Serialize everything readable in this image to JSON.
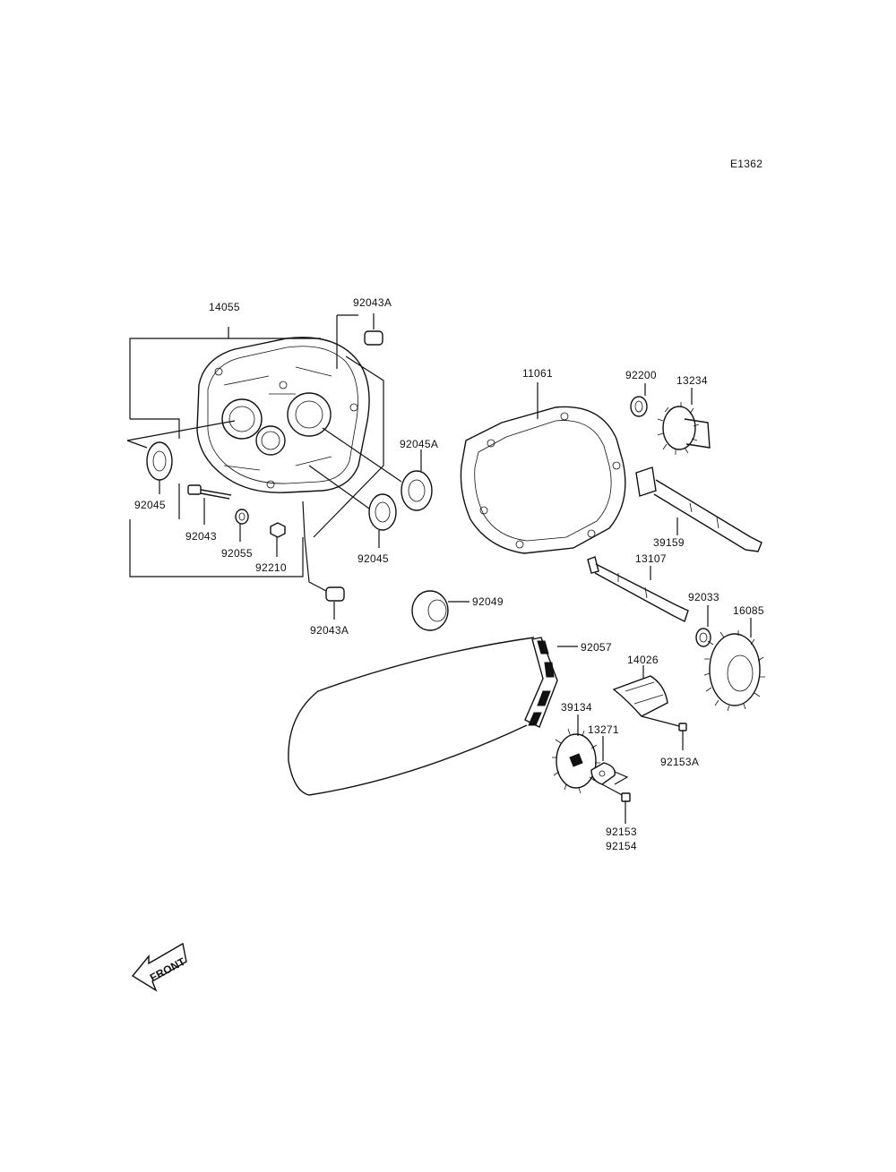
{
  "diagram_code": "E1362",
  "labels": {
    "crankcase_cover": "14055",
    "dowel_top": "92043A",
    "dowel_bottom": "92043A",
    "gasket": "11061",
    "washer_92200": "92200",
    "gear_13234": "13234",
    "bearing_92045A": "92045A",
    "bearing_left": "92045",
    "bearing_mid": "92045",
    "stud": "92043",
    "washer_92055": "92055",
    "nut": "92210",
    "shaft_39159": "39159",
    "shaft_13107": "13107",
    "circlip": "92033",
    "gear_16085": "16085",
    "seal": "92049",
    "chain": "92057",
    "guide": "14026",
    "sprocket": "39134",
    "plate": "13271",
    "bolt_a": "92153A",
    "bolt_1": "92153",
    "bolt_2": "92154"
  },
  "front_marker": "FRONT"
}
